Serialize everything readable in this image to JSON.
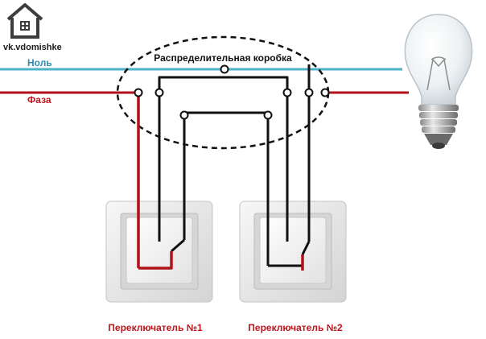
{
  "brand": {
    "text": "vk.vdomishke"
  },
  "lines": {
    "neutral_label": "Ноль",
    "phase_label": "Фаза"
  },
  "junction_box": {
    "label": "Распределительная коробка"
  },
  "switches": [
    {
      "label": "Переключатель №1"
    },
    {
      "label": "Переключатель №2"
    }
  ],
  "colors": {
    "neutral": "#4fb3c8",
    "phase": "#b0121b",
    "wire": "#111111",
    "label_red": "#c0141c",
    "label_blue": "#2e8fb0",
    "background": "#ffffff"
  },
  "icons": [
    "house-logo-icon",
    "light-bulb-icon"
  ]
}
